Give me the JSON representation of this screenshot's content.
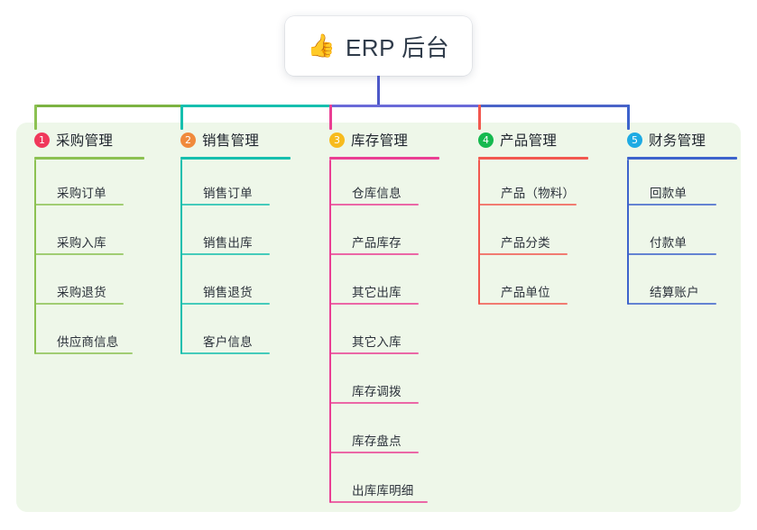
{
  "root": {
    "icon": "thumbs-up-icon",
    "emoji": "👍",
    "title": "ERP 后台"
  },
  "colors": {
    "panel_background": "#eef7e9",
    "page_background": "#ffffff",
    "trunk": "#4d58c8",
    "bus_segments": [
      "#7cb342",
      "#16bfae",
      "#6a6ad8",
      "#4a63c8"
    ],
    "title_text": "#2f3b4a"
  },
  "columns": [
    {
      "number": "1",
      "title": "采购管理",
      "badge_color": "#f0385b",
      "line_color": "#8cc152",
      "items": [
        {
          "label": "采购订单"
        },
        {
          "label": "采购入库"
        },
        {
          "label": "采购退货"
        },
        {
          "label": "供应商信息"
        }
      ]
    },
    {
      "number": "2",
      "title": "销售管理",
      "badge_color": "#f08a3c",
      "line_color": "#16bfae",
      "items": [
        {
          "label": "销售订单"
        },
        {
          "label": "销售出库"
        },
        {
          "label": "销售退货"
        },
        {
          "label": "客户信息"
        }
      ]
    },
    {
      "number": "3",
      "title": "库存管理",
      "badge_color": "#f7bb1e",
      "line_color": "#ea3f93",
      "items": [
        {
          "label": "仓库信息"
        },
        {
          "label": "产品库存"
        },
        {
          "label": "其它出库"
        },
        {
          "label": "其它入库"
        },
        {
          "label": "库存调拨"
        },
        {
          "label": "库存盘点"
        },
        {
          "label": "出库库明细"
        }
      ]
    },
    {
      "number": "4",
      "title": "产品管理",
      "badge_color": "#15b94f",
      "line_color": "#f2584f",
      "items": [
        {
          "label": "产品（物料）"
        },
        {
          "label": "产品分类"
        },
        {
          "label": "产品单位"
        }
      ]
    },
    {
      "number": "5",
      "title": "财务管理",
      "badge_color": "#1eabe3",
      "line_color": "#3d63cc",
      "items": [
        {
          "label": "回款单"
        },
        {
          "label": "付款单"
        },
        {
          "label": "结算账户"
        }
      ]
    }
  ]
}
